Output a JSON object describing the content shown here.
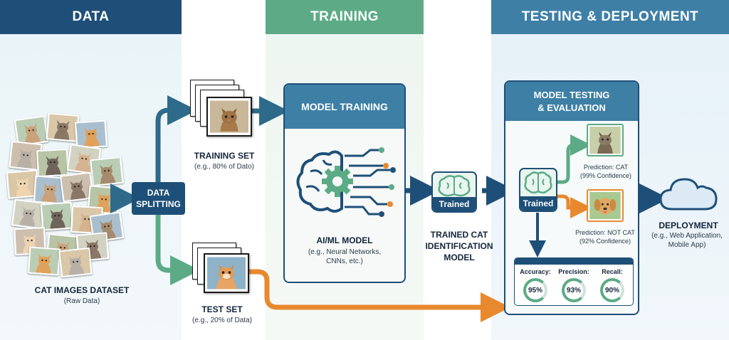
{
  "headers": {
    "data": "DATA",
    "training": "TRAINING",
    "testing": "TESTING & DEPLOYMENT"
  },
  "dataset": {
    "title": "CAT IMAGES DATASET",
    "subtitle": "(Raw Data)"
  },
  "splitting": {
    "line1": "DATA",
    "line2": "SPLITTING"
  },
  "training_set": {
    "title": "TRAINING SET",
    "subtitle": "(e.g., 80% of Dato)"
  },
  "test_set": {
    "title": "TEST SET",
    "subtitle": "(e.g., 20% of Data)"
  },
  "model_training": {
    "title": "MODEL TRAINING",
    "model_title": "AI/ML MODEL",
    "model_sub1": "(e.g., Neural Networks,",
    "model_sub2": "CNNs, etc.)"
  },
  "trained_model": {
    "badge": "Trained",
    "line1": "TRAINED CAT",
    "line2": "IDENTIFICATION",
    "line3": "MODEL"
  },
  "testing": {
    "title_line1": "MODEL TESTING",
    "title_line2": "& EVALUATION",
    "badge": "Trained",
    "prediction_cat": "Prediction: CAT",
    "confidence_cat": "(99% Confidence)",
    "prediction_not": "Prediction: NOT CAT",
    "confidence_not": "(92% Confidence)",
    "metrics": [
      {
        "name": "Accuracy:",
        "value": "95%"
      },
      {
        "name": "Precision:",
        "value": "93%"
      },
      {
        "name": "Recall:",
        "value": "90%"
      }
    ]
  },
  "deployment": {
    "title": "DEPLOYMENT",
    "sub1": "(e.g., Web Application,",
    "sub2": "Mobile App)"
  },
  "colors": {
    "navy": "#1e4f78",
    "green": "#5cab86",
    "blue": "#3e7fa6",
    "teal_arrow": "#2e6b8a",
    "orange": "#e8892d"
  }
}
